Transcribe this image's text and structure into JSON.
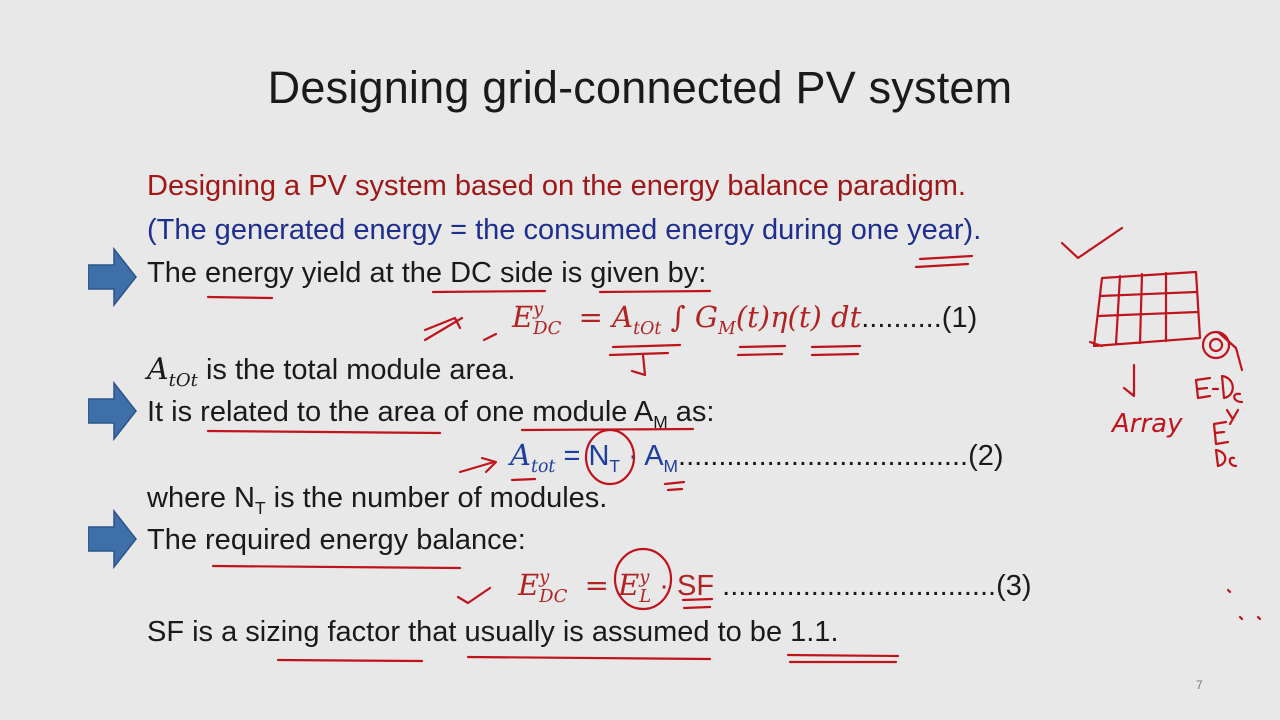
{
  "slide": {
    "title": "Designing grid-connected PV system",
    "page_number": "7"
  },
  "lines": {
    "l1": "Designing a PV system based on the energy balance paradigm.",
    "l2": "(The generated energy  = the consumed energy during one year).",
    "l3": "The energy yield at the DC side is given by:",
    "l4_tail": "is the total module area.",
    "l5": "It is related to the area of one module A",
    "l5_sub": "M",
    "l5_tail": " as:",
    "l6_pre": "where N",
    "l6_sub": "T",
    "l6_tail": " is the number of modules.",
    "l7": "The required energy balance:",
    "l8": "SF is a sizing factor that usually is assumed to be 1.1."
  },
  "equations": {
    "eq1_dots": "..........(1)",
    "eq2_dots": "....................................(2)",
    "eq3_dots": " ..................................(3)",
    "sf_label": "SF"
  },
  "annotations": {
    "array_word": "Array"
  },
  "colors": {
    "accent_red": "#a01717",
    "accent_blue": "#1f2f8f",
    "arrow_blue": "#3f6fa8",
    "ink_red": "#c0141c"
  }
}
